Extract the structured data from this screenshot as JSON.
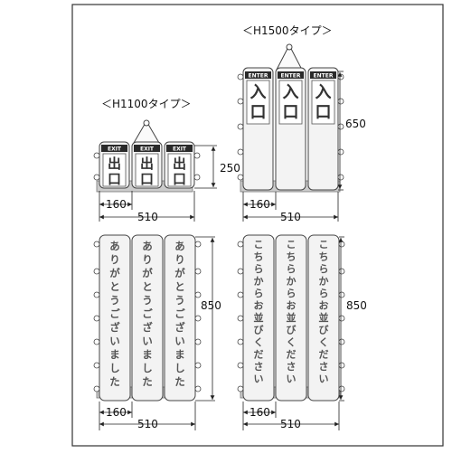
{
  "groups": {
    "h1100": {
      "title": "＜H1100タイプ＞"
    },
    "h1500": {
      "title": "＜H1500タイプ＞"
    }
  },
  "panels": {
    "top_left": {
      "columns": [
        {
          "label": "EXIT",
          "text": "出口"
        },
        {
          "label": "EXIT",
          "text": "出口"
        },
        {
          "label": "EXIT",
          "text": "出口"
        }
      ],
      "width_dim": "510",
      "unit_dim": "160",
      "height_dim": "250"
    },
    "top_right": {
      "columns": [
        {
          "label": "ENTER",
          "text": "入口"
        },
        {
          "label": "ENTER",
          "text": "入口"
        },
        {
          "label": "ENTER",
          "text": "入口"
        }
      ],
      "width_dim": "510",
      "unit_dim": "160",
      "height_dim": "650"
    },
    "bottom_left": {
      "columns": [
        {
          "text": "ありがとうございました"
        },
        {
          "text": "ありがとうございました"
        },
        {
          "text": "ありがとうございました"
        }
      ],
      "width_dim": "510",
      "unit_dim": "160",
      "height_dim": "850"
    },
    "bottom_right": {
      "columns": [
        {
          "text": "こちらからお並びください"
        },
        {
          "text": "こちらからお並びください"
        },
        {
          "text": "こちらからお並びください"
        }
      ],
      "width_dim": "510",
      "unit_dim": "160",
      "height_dim": "850"
    }
  }
}
